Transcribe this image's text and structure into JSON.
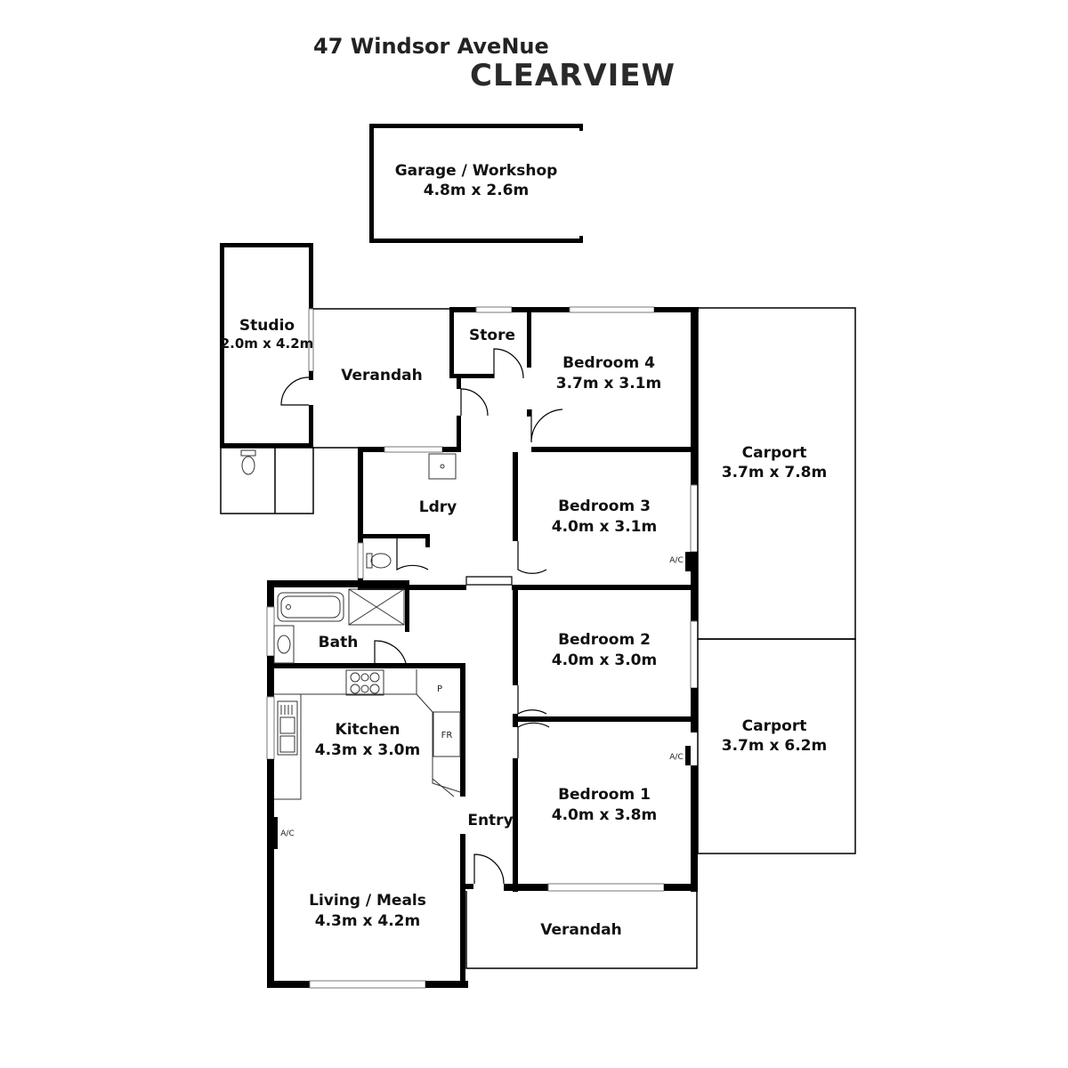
{
  "header": {
    "address": "47 Windsor AveNue",
    "suburb": "CLEARVIEW"
  },
  "rooms": {
    "garage": {
      "name": "Garage / Workshop",
      "size": "4.8m x 2.6m"
    },
    "studio": {
      "name": "Studio",
      "size": "2.0m x 4.2m"
    },
    "verandah_rear": {
      "name": "Verandah"
    },
    "store": {
      "name": "Store"
    },
    "bedroom4": {
      "name": "Bedroom 4",
      "size": "3.7m x 3.1m"
    },
    "carport_rear": {
      "name": "Carport",
      "size": "3.7m x 7.8m"
    },
    "laundry": {
      "name": "Ldry"
    },
    "bedroom3": {
      "name": "Bedroom 3",
      "size": "4.0m x 3.1m"
    },
    "bath": {
      "name": "Bath"
    },
    "bedroom2": {
      "name": "Bedroom 2",
      "size": "4.0m x 3.0m"
    },
    "kitchen": {
      "name": "Kitchen",
      "size": "4.3m x 3.0m"
    },
    "carport_front": {
      "name": "Carport",
      "size": "3.7m x 6.2m"
    },
    "entry": {
      "name": "Entry"
    },
    "bedroom1": {
      "name": "Bedroom 1",
      "size": "4.0m x 3.8m"
    },
    "living": {
      "name": "Living / Meals",
      "size": "4.3m x 4.2m"
    },
    "verandah_front": {
      "name": "Verandah"
    }
  },
  "annotations": {
    "ac": "A/C",
    "pantry": "P",
    "fridge": "FR"
  },
  "colors": {
    "wall": "#000000",
    "background": "#ffffff"
  }
}
